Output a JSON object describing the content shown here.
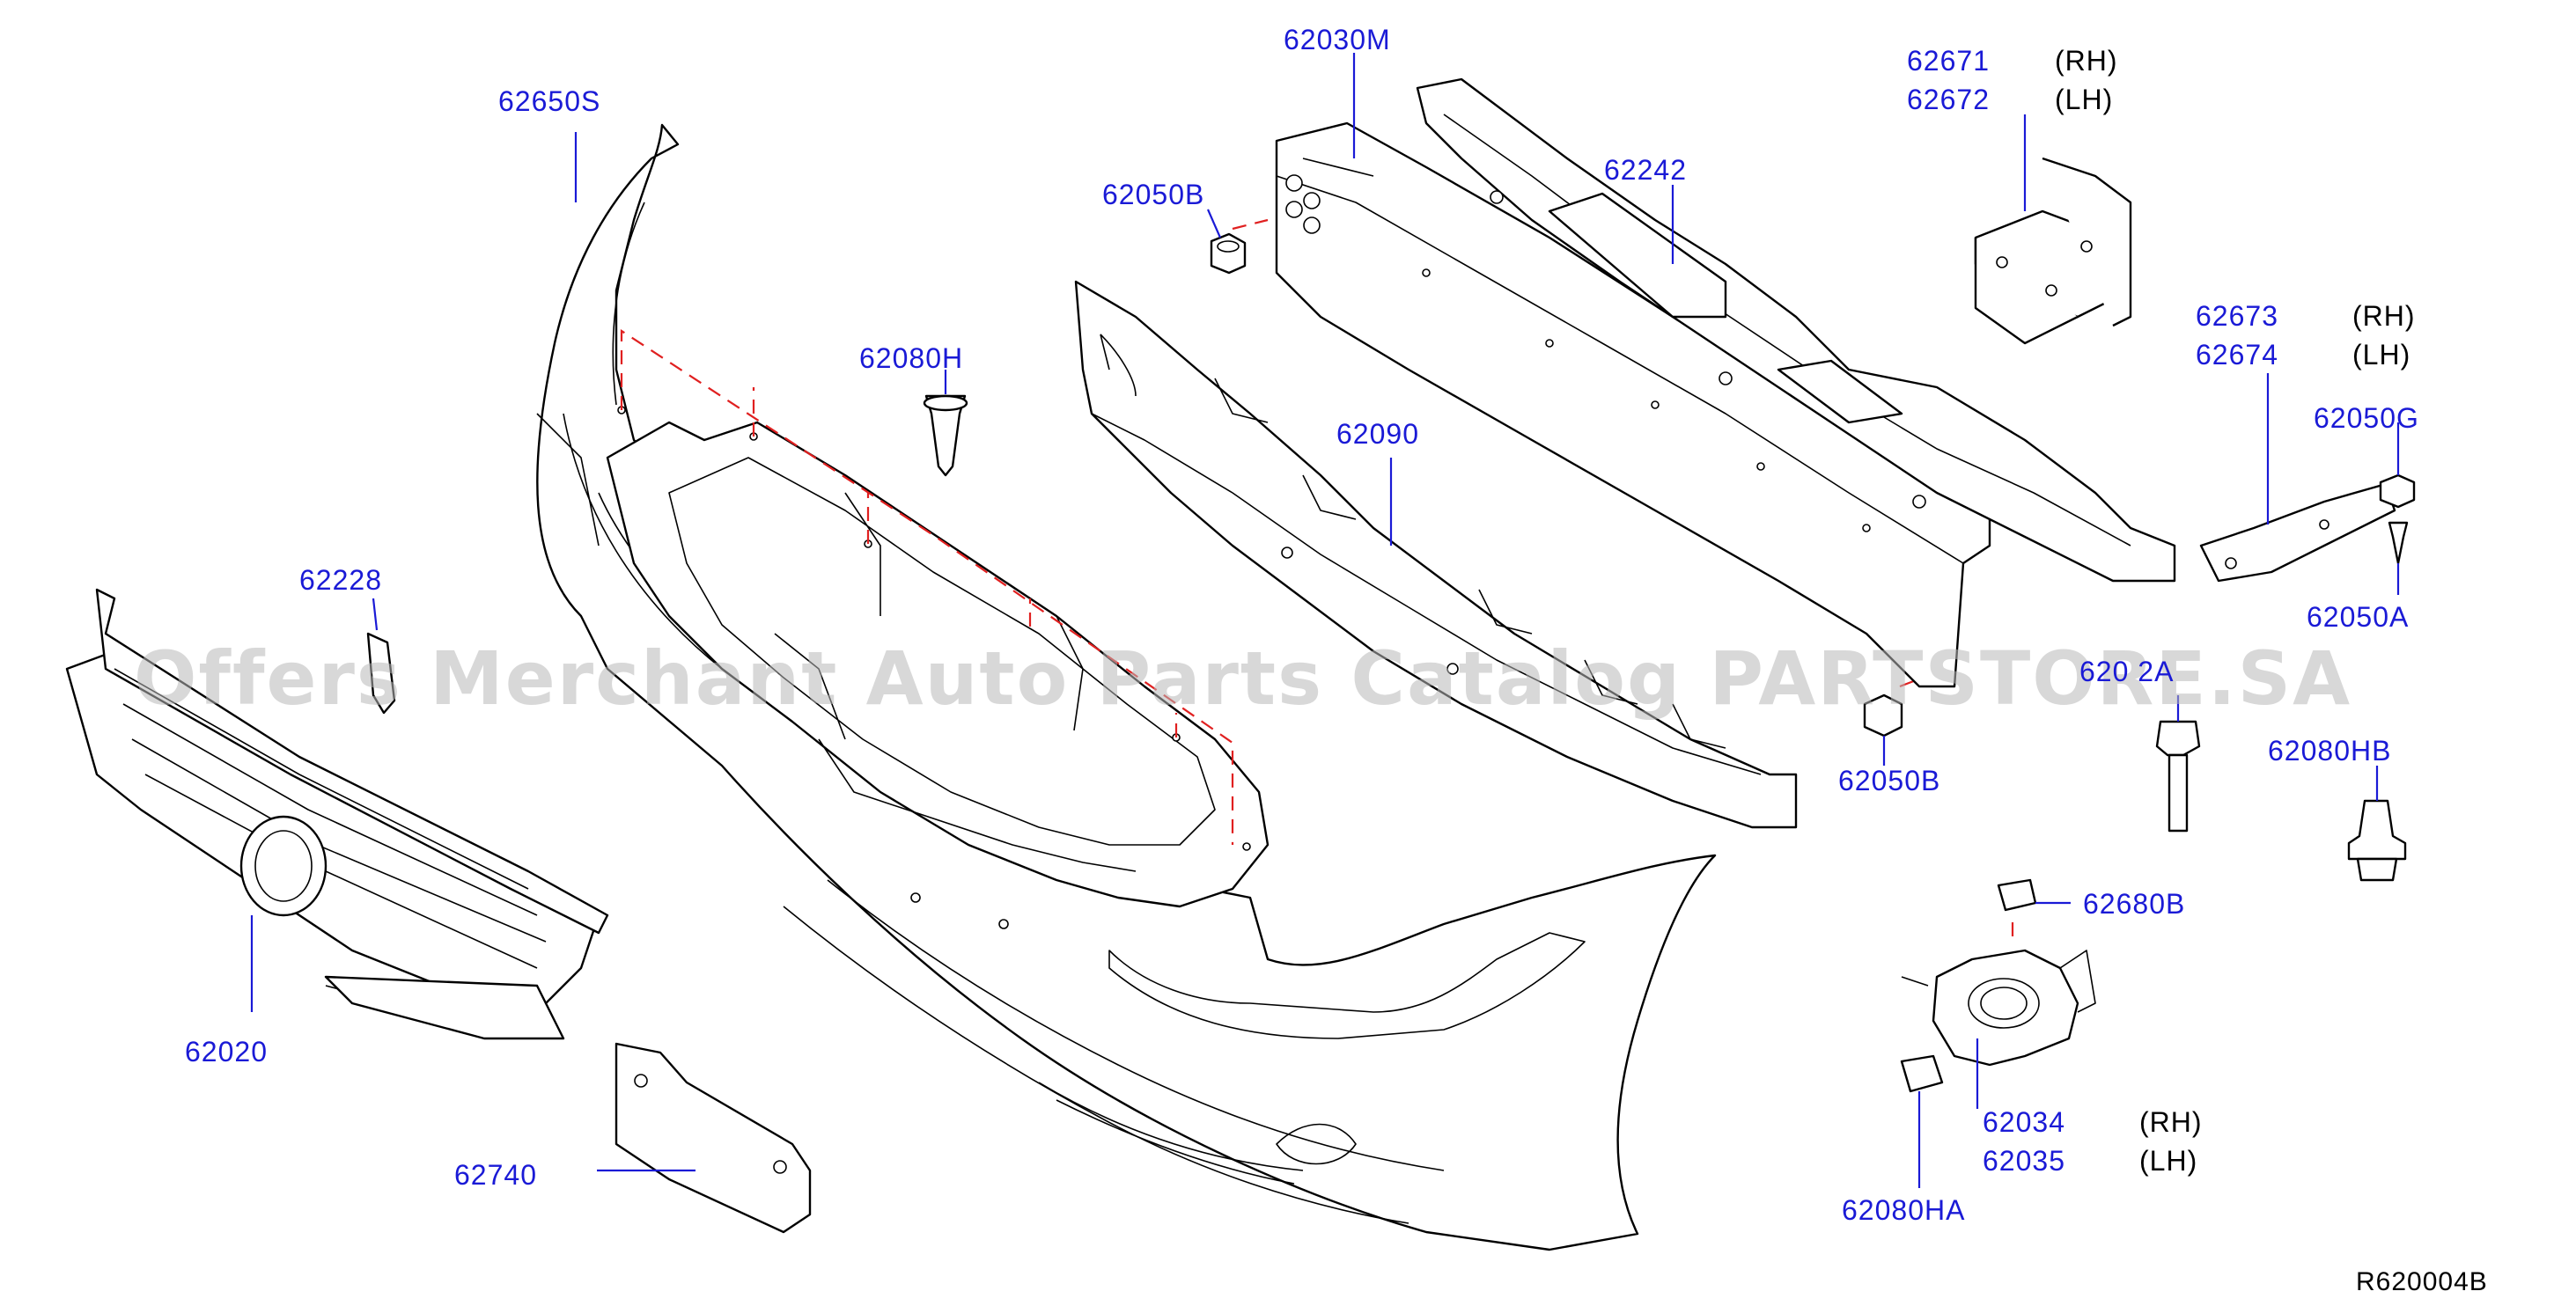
{
  "diagram": {
    "reference_code": "R620004B",
    "watermark": "Offers Merchant Auto Parts Catalog PARTSTORE.SA",
    "colors": {
      "label": "#1a1ad6",
      "side_label": "#000000",
      "dashed_assembly_line": "#e02020",
      "line_art": "#000000",
      "watermark": "#b8b8b8"
    },
    "parts": {
      "p62650S": "62650S",
      "p62030M": "62030M",
      "p62671": "62671",
      "p62672": "62672",
      "p62242": "62242",
      "p62050B_top": "62050B",
      "p62080H": "62080H",
      "p62090": "62090",
      "p62673": "62673",
      "p62674": "62674",
      "p62050G": "62050G",
      "p62050A": "62050A",
      "p62228": "62228",
      "p6201_partial": "620 2A",
      "p62050B_bottom": "62050B",
      "p62080HB": "62080HB",
      "p62020": "62020",
      "p62680B": "62680B",
      "p62034": "62034",
      "p62035": "62035",
      "p62740": "62740",
      "p62080HA": "62080HA"
    },
    "sides": {
      "rh_62671": "(RH)",
      "lh_62672": "(LH)",
      "rh_62673": "(RH)",
      "lh_62674": "(LH)",
      "rh_62034": "(RH)",
      "lh_62035": "(LH)"
    }
  }
}
